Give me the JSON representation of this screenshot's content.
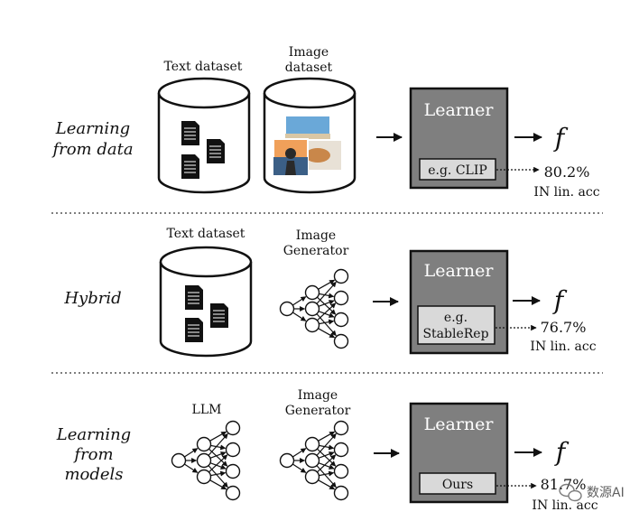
{
  "rows": [
    {
      "label_lines": [
        "Learning",
        "from data"
      ],
      "input1_label": [
        "Text dataset"
      ],
      "input2_label": [
        "Image",
        "dataset"
      ],
      "learner_title": "Learner",
      "model_lines": [
        "e.g. CLIP"
      ],
      "output_symbol": "f",
      "accuracy": "80.2%",
      "metric": "IN lin. acc"
    },
    {
      "label_lines": [
        "Hybrid"
      ],
      "input1_label": [
        "Text dataset"
      ],
      "input2_label": [
        "Image",
        "Generator"
      ],
      "learner_title": "Learner",
      "model_lines": [
        "e.g.",
        "StableRep"
      ],
      "output_symbol": "f",
      "accuracy": "76.7%",
      "metric": "IN lin. acc"
    },
    {
      "label_lines": [
        "Learning",
        "from",
        "models"
      ],
      "input1_label": [
        "LLM"
      ],
      "input2_label": [
        "Image",
        "Generator"
      ],
      "learner_title": "Learner",
      "model_lines": [
        "Ours"
      ],
      "output_symbol": "f",
      "accuracy": "81.7%",
      "metric": "IN lin. acc"
    }
  ],
  "watermark": "数源AI",
  "colors": {
    "learner_fill": "#7f7f7f",
    "model_box_fill": "#d9d9d9",
    "outline": "#111111"
  }
}
